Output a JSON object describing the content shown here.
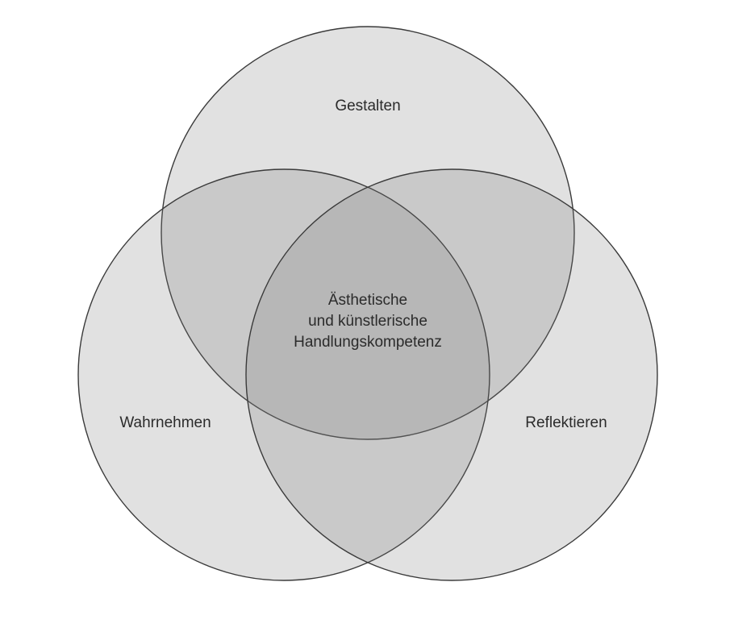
{
  "diagram": {
    "sets": {
      "top": "Gestalten",
      "left": "Wahrnehmen",
      "right": "Reflektieren"
    },
    "center": [
      "Ästhetische",
      "und künstlerische",
      "Handlungskompetenz"
    ]
  }
}
